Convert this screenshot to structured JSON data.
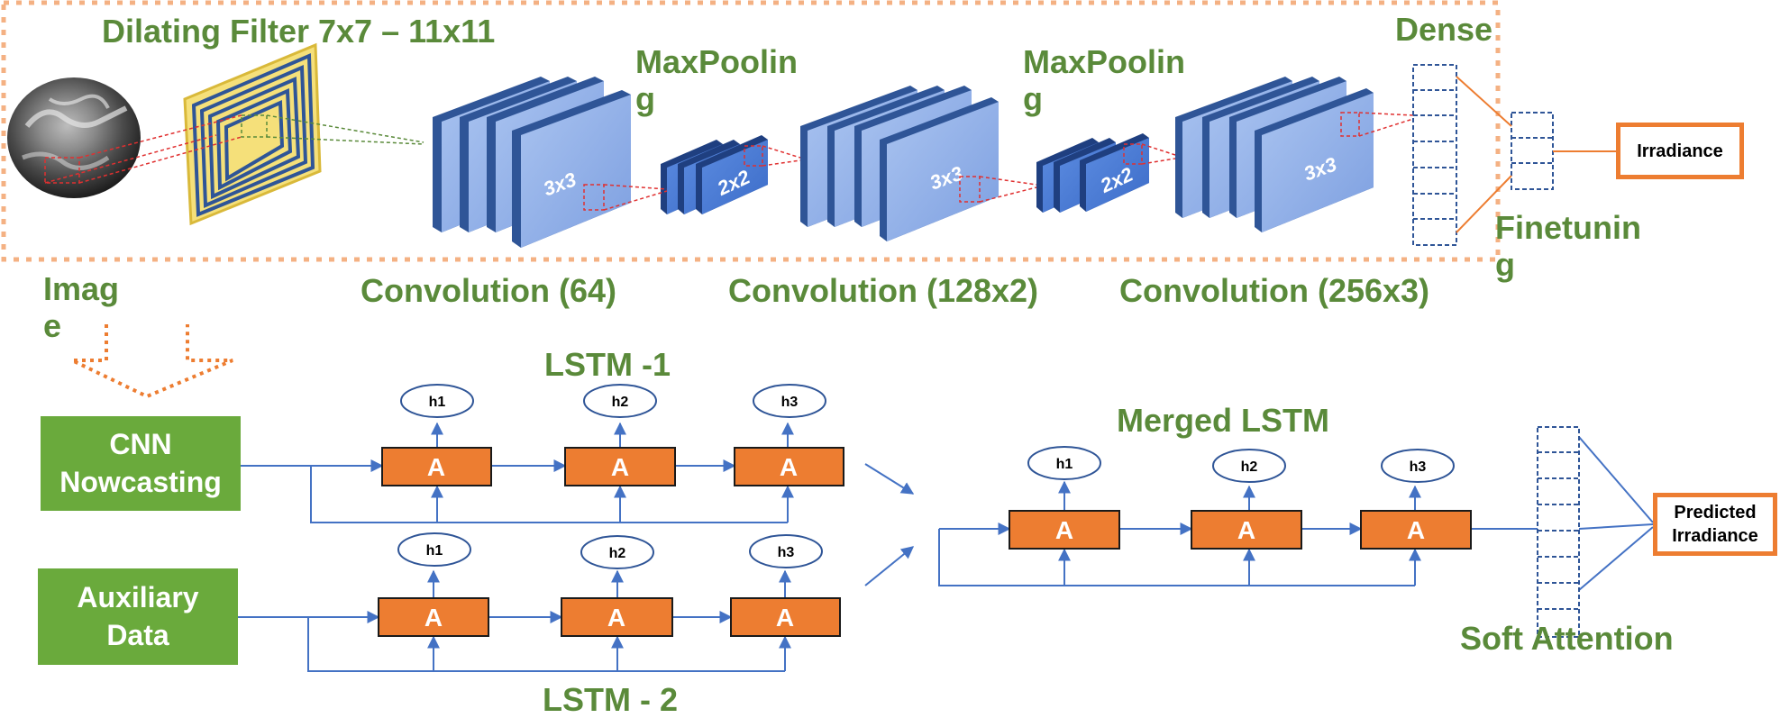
{
  "cnn": {
    "filter_title": "Dilating Filter 7x7 – 11x11",
    "image_label": "Imag\ne",
    "maxpool_label": "MaxPoolin\ng",
    "dense_label": "Dense",
    "finetune_label": "Finetunin\ng",
    "conv1_label": "Convolution (64)",
    "conv2_label": "Convolution (128x2)",
    "conv3_label": "Convolution (256x3)",
    "kernel_3x3": "3x3",
    "kernel_2x2": "2x2",
    "irradiance_label": "Irradiance"
  },
  "inputs": {
    "cnn_nowcasting": "CNN\nNowcasting",
    "auxiliary_data": "Auxiliary\nData"
  },
  "lstm": {
    "lstm1_title": "LSTM -1",
    "lstm2_title": "LSTM - 2",
    "merged_title": "Merged LSTM",
    "cell_label": "A",
    "hidden_states": [
      "h1",
      "h2",
      "h3"
    ]
  },
  "output": {
    "soft_attention_label": "Soft Attention",
    "predicted_label": "Predicted\nIrradiance"
  },
  "colors": {
    "green_text": "#5a8a3a",
    "green_box": "#6aaa3c",
    "orange": "#ed7d31",
    "blue_line": "#4472c4",
    "layer_blue": "#8fb0e8",
    "layer_dark": "#2f5597",
    "filter_yellow": "#f5e07a"
  }
}
